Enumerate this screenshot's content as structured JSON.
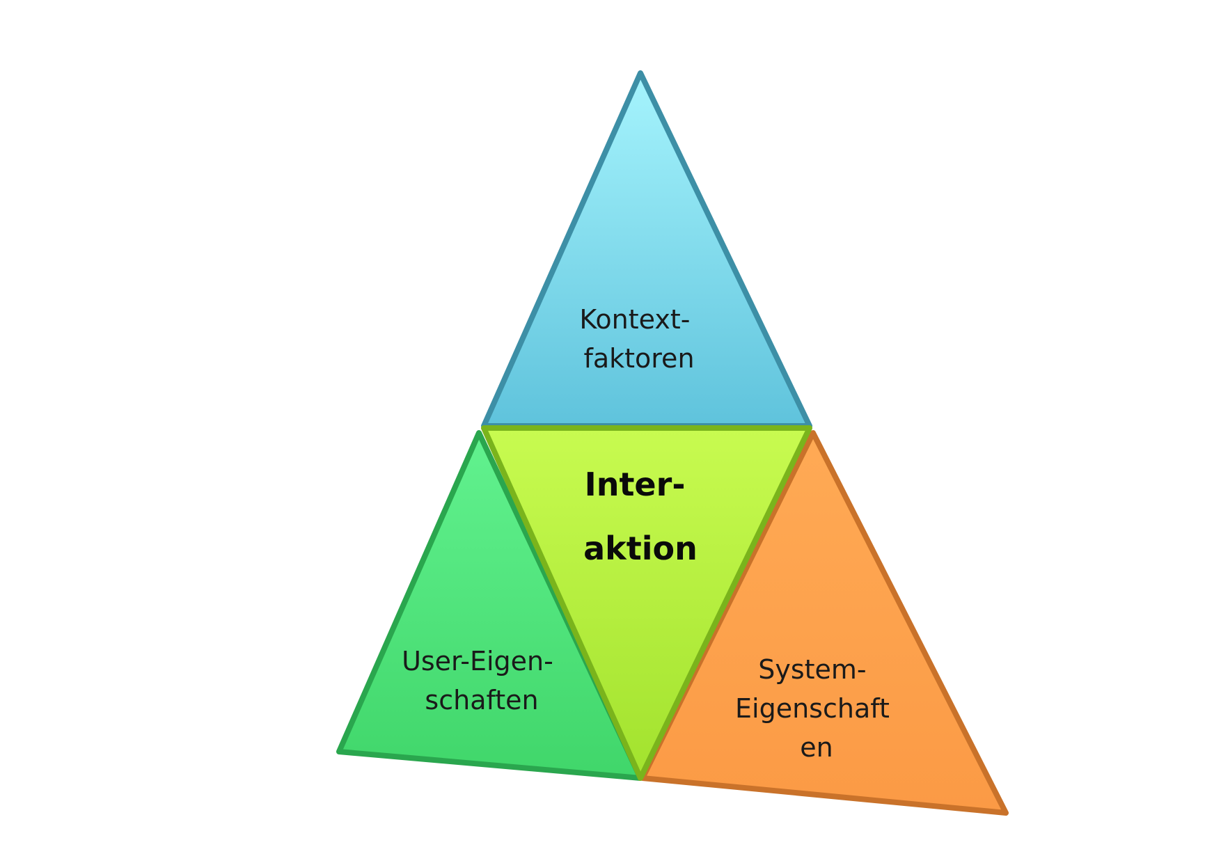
{
  "segments": {
    "top": {
      "lines": [
        "Kontext-",
        "faktoren"
      ],
      "fill_top": "#a6f4fd",
      "fill_bottom": "#5fc3dc",
      "stroke": "#3d8fa6"
    },
    "center": {
      "lines": [
        "Inter-",
        "aktion"
      ],
      "fill_top": "#c8fb50",
      "fill_bottom": "#a2e22e",
      "stroke": "#7ab41c"
    },
    "left": {
      "lines": [
        "User-Eigen-",
        "schaften"
      ],
      "fill_top": "#62f28f",
      "fill_bottom": "#40d66a",
      "stroke": "#2aa64e"
    },
    "right": {
      "lines": [
        "System-",
        "Eigenschaft",
        "en"
      ],
      "fill_top": "#ffaa55",
      "fill_bottom": "#fb9a45",
      "stroke": "#c9722a"
    }
  }
}
